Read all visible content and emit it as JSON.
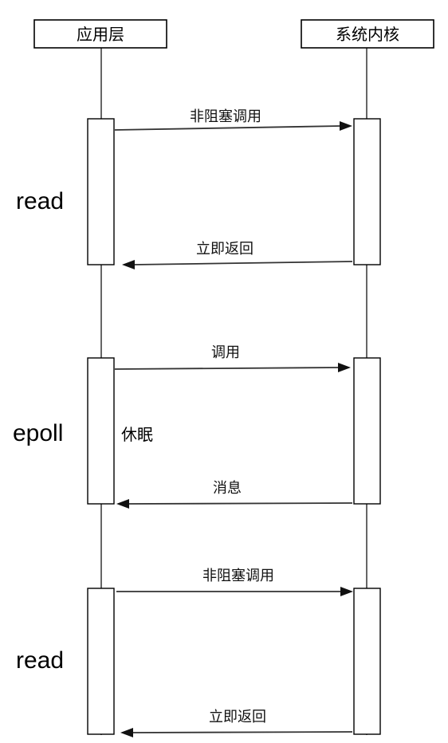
{
  "participants": {
    "app": "应用层",
    "kernel": "系统内核"
  },
  "phases": {
    "read1": "read",
    "epoll": "epoll",
    "read2": "read"
  },
  "messages": {
    "read1_call": "非阻塞调用",
    "read1_return": "立即返回",
    "epoll_call": "调用",
    "epoll_sleep": "休眠",
    "epoll_notify": "消息",
    "read2_call": "非阻塞调用",
    "read2_return": "立即返回"
  }
}
